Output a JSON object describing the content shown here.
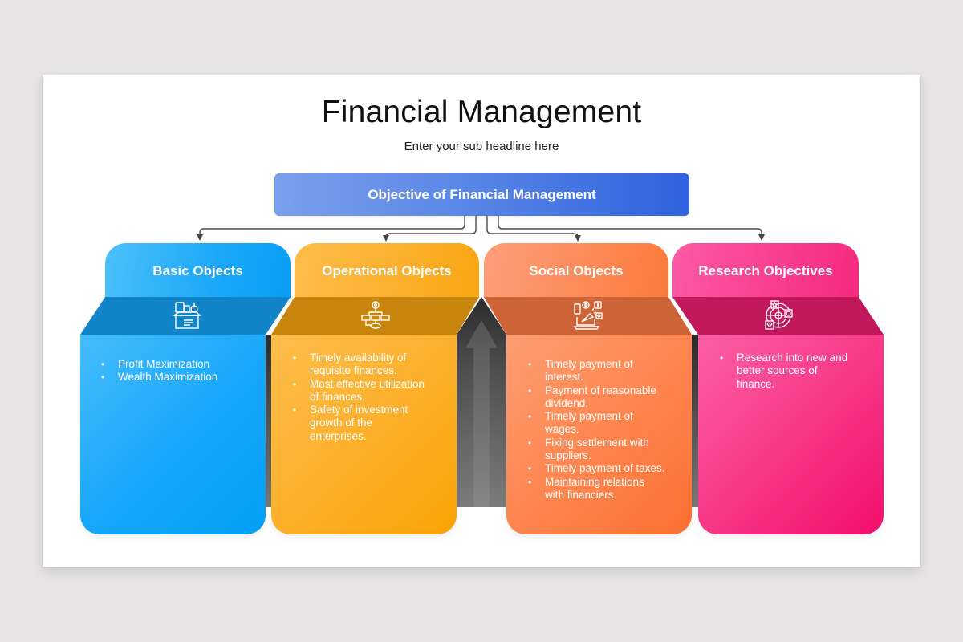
{
  "slide": {
    "title": "Financial Management",
    "subtitle": "Enter your sub headline here"
  },
  "root": {
    "label": "Objective of Financial Management",
    "color": "#4a78e3"
  },
  "cards": [
    {
      "title": "Basic Objects",
      "icon": "box-icon",
      "color": "#0aa3f7",
      "items": [
        "Profit Maximization",
        "Wealth Maximization"
      ]
    },
    {
      "title": "Operational Objects",
      "icon": "flowchart-gear-icon",
      "color": "#fbaa1c",
      "items": [
        "Timely availability of requisite finances.",
        "Most effective utilization of finances.",
        "Safety of investment growth of the enterprises."
      ]
    },
    {
      "title": "Social Objects",
      "icon": "megaphone-social-icon",
      "color": "#fc7e42",
      "items": [
        "Timely payment of interest.",
        "Payment of reasonable dividend.",
        "Timely payment of wages.",
        "Fixing settlement with suppliers.",
        "Timely payment of taxes.",
        "Maintaining relations with financiers."
      ]
    },
    {
      "title": "Research Objectives",
      "icon": "target-research-icon",
      "color": "#f62a80",
      "items": [
        "Research into new and better sources of finance."
      ]
    }
  ],
  "lines": {
    "ops_1a": "Timely availability of",
    "ops_1b": "requisite finances.",
    "ops_2a": "Most effective utilization",
    "ops_2b": "of finances.",
    "ops_3a": "Safety of investment",
    "ops_3b": "growth of the",
    "ops_3c": "enterprises.",
    "soc_1a": "Timely payment of",
    "soc_1b": "interest.",
    "soc_2a": "Payment of reasonable",
    "soc_2b": "dividend.",
    "soc_3a": "Timely payment of",
    "soc_3b": "wages.",
    "soc_4a": "Fixing settlement with",
    "soc_4b": "suppliers.",
    "soc_5a": "Timely payment of taxes.",
    "soc_6a": "Maintaining relations",
    "soc_6b": "with financiers.",
    "res_1a": "Research  into new and",
    "res_1b": "better sources of",
    "res_1c": "finance.",
    "bullet": "•"
  }
}
